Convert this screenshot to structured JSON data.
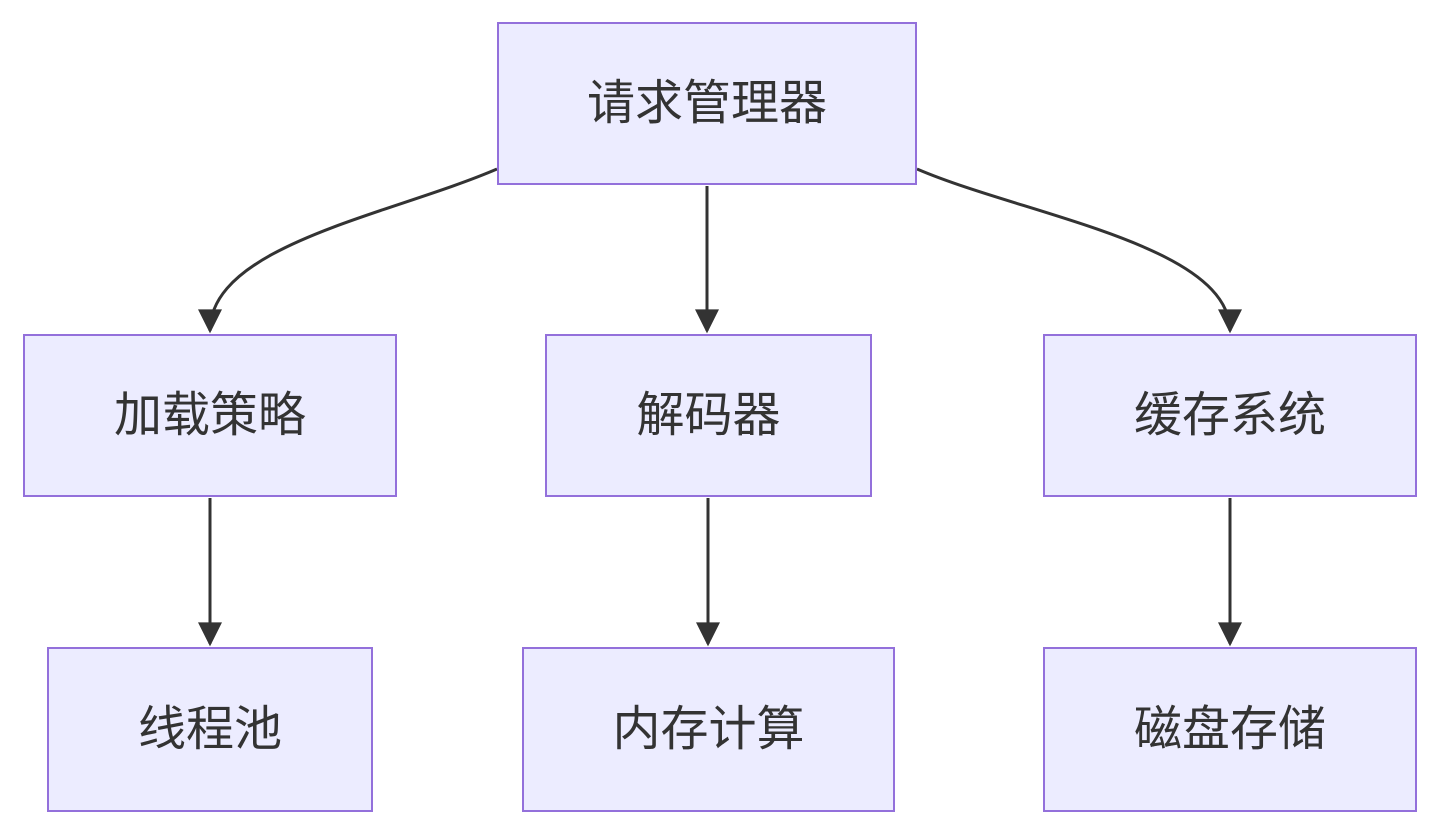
{
  "diagram": {
    "type": "flowchart",
    "direction": "top-down",
    "colors": {
      "background": "#ffffff",
      "node_fill": "#ECECFF",
      "node_border": "#9370DB",
      "edge_stroke": "#333333",
      "text": "#333333"
    },
    "nodes": [
      {
        "id": "request-manager",
        "label": "请求管理器",
        "row": 0
      },
      {
        "id": "loading-strategy",
        "label": "加载策略",
        "row": 1
      },
      {
        "id": "decoder",
        "label": "解码器",
        "row": 1
      },
      {
        "id": "cache-system",
        "label": "缓存系统",
        "row": 1
      },
      {
        "id": "thread-pool",
        "label": "线程池",
        "row": 2
      },
      {
        "id": "memory-compute",
        "label": "内存计算",
        "row": 2
      },
      {
        "id": "disk-storage",
        "label": "磁盘存储",
        "row": 2
      }
    ],
    "edges": [
      {
        "from": "请求管理器",
        "to": "加载策略"
      },
      {
        "from": "请求管理器",
        "to": "解码器"
      },
      {
        "from": "请求管理器",
        "to": "缓存系统"
      },
      {
        "from": "加载策略",
        "to": "线程池"
      },
      {
        "from": "解码器",
        "to": "内存计算"
      },
      {
        "from": "缓存系统",
        "to": "磁盘存储"
      }
    ]
  }
}
